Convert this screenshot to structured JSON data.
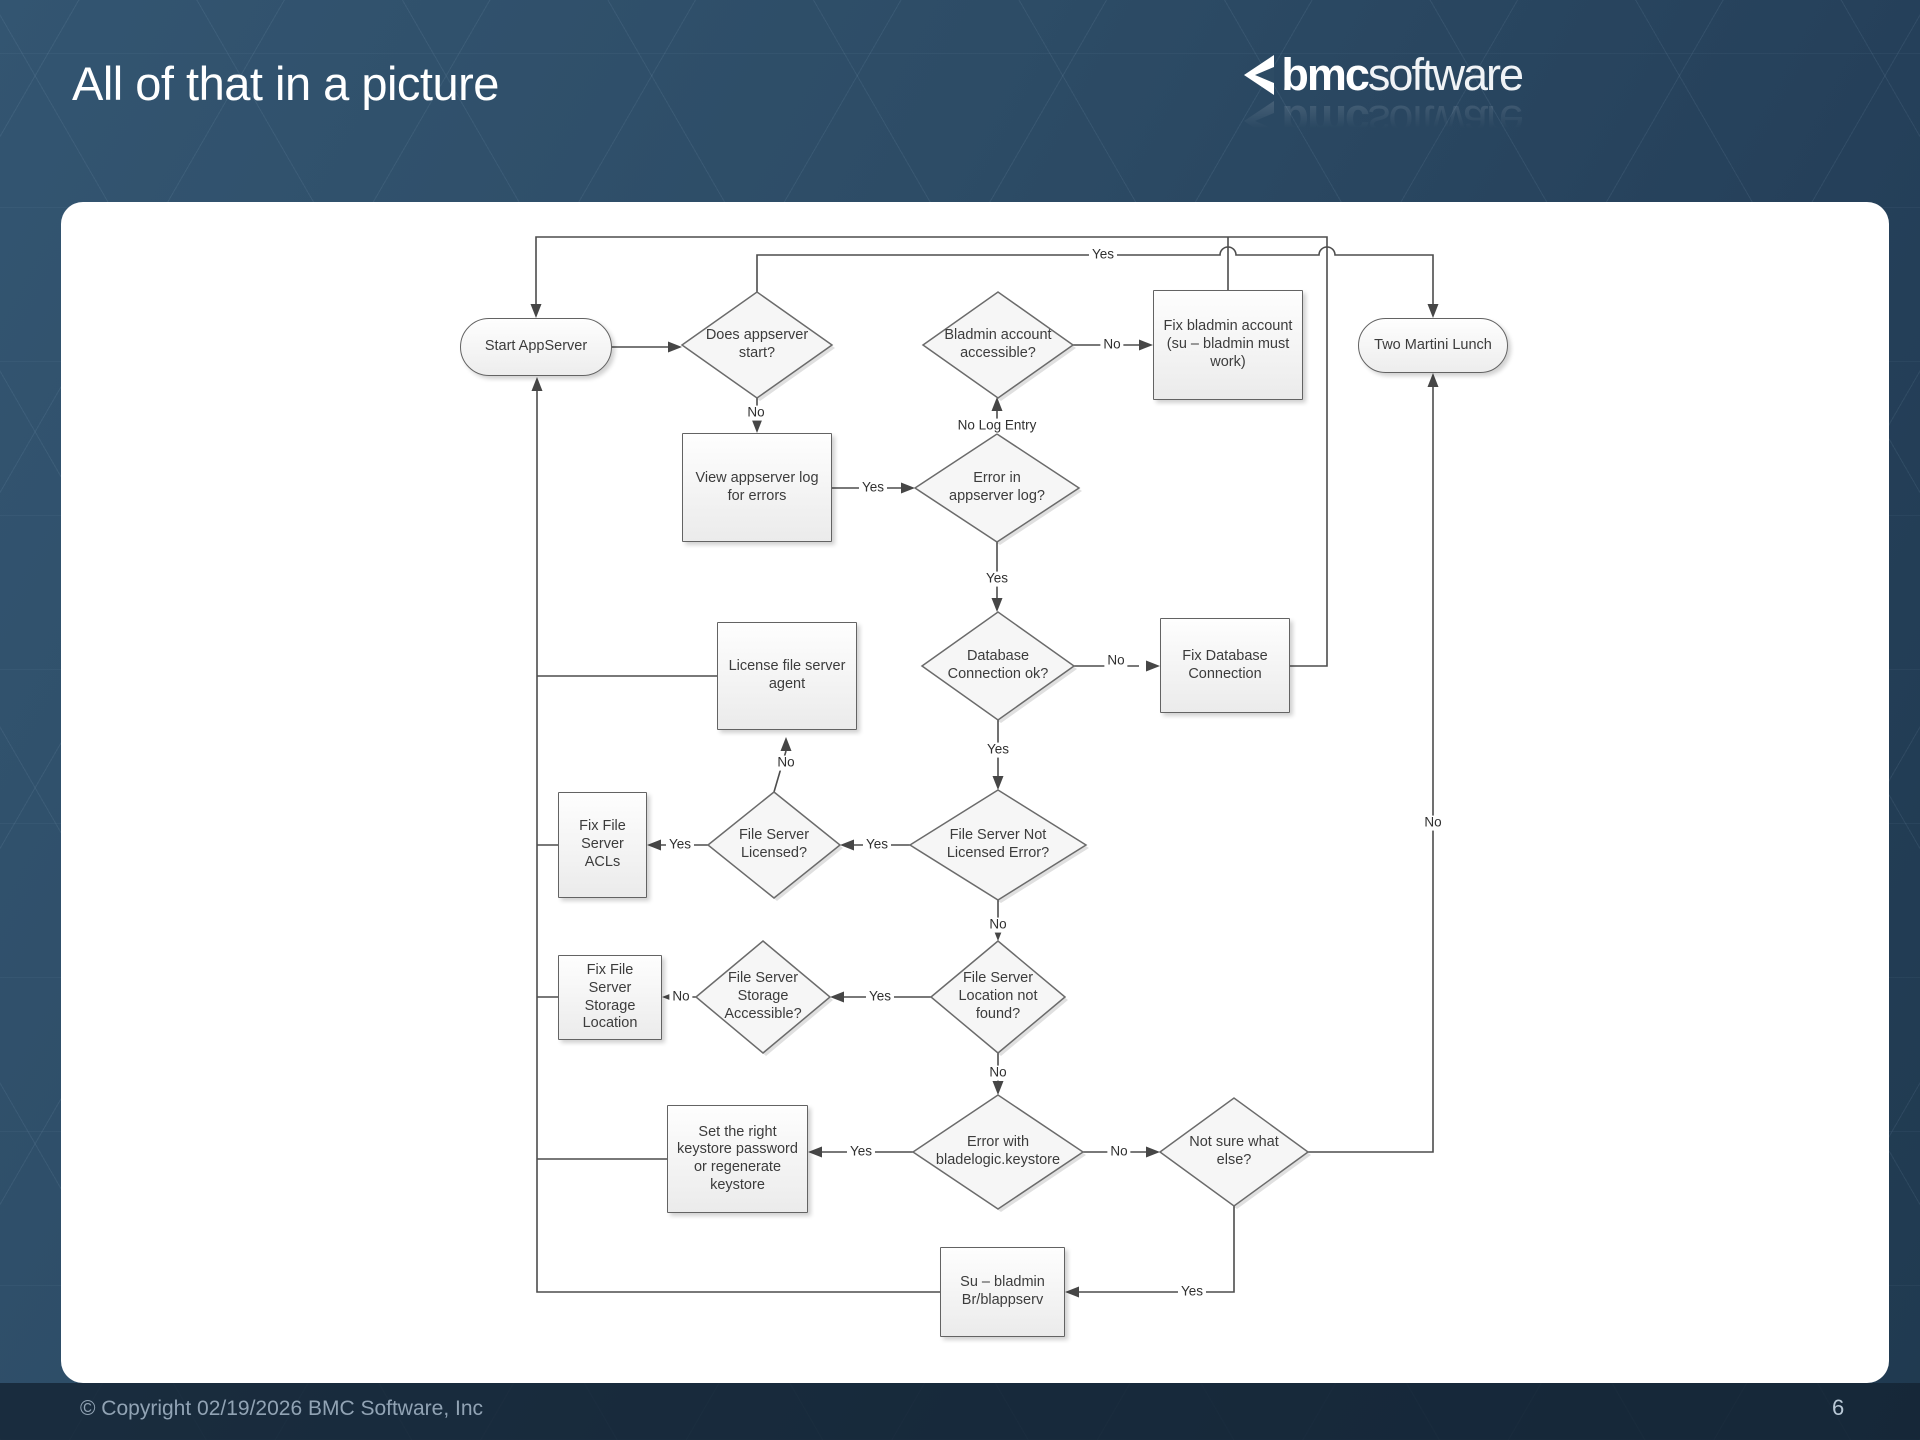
{
  "slide": {
    "title": "All of that in a picture",
    "logo": {
      "brand_bold": "bmc",
      "brand_light": "software"
    },
    "footer": {
      "copyright": "© Copyright 02/19/2026 BMC Software, Inc",
      "page_number": "6"
    }
  },
  "diagram": {
    "nodes": {
      "start": {
        "label": "Start AppServer",
        "type": "terminator"
      },
      "does_start": {
        "label": "Does appserver start?",
        "type": "decision"
      },
      "bladmin_accessible": {
        "label": "Bladmin account accessible?",
        "type": "decision"
      },
      "fix_bladmin": {
        "label": "Fix bladmin account (su – bladmin must work)",
        "type": "process"
      },
      "two_martini": {
        "label": "Two Martini Lunch",
        "type": "terminator"
      },
      "view_log": {
        "label": "View appserver log for errors",
        "type": "process"
      },
      "error_in_log": {
        "label": "Error in appserver log?",
        "type": "decision"
      },
      "license_agent": {
        "label": "License file server agent",
        "type": "process"
      },
      "db_ok": {
        "label": "Database Connection ok?",
        "type": "decision"
      },
      "fix_db": {
        "label": "Fix Database Connection",
        "type": "process"
      },
      "fix_acls": {
        "label": "Fix File Server ACLs",
        "type": "process"
      },
      "fs_licensed": {
        "label": "File Server Licensed?",
        "type": "decision"
      },
      "fs_not_licensed": {
        "label": "File Server Not Licensed Error?",
        "type": "decision"
      },
      "fix_storage": {
        "label": "Fix File Server Storage Location",
        "type": "process"
      },
      "storage_accessible": {
        "label": "File Server Storage Accessible?",
        "type": "decision"
      },
      "location_not_found": {
        "label": "File Server Location not found?",
        "type": "decision"
      },
      "set_keystore": {
        "label": "Set the right keystore password or regenerate keystore",
        "type": "process"
      },
      "keystore_error": {
        "label": "Error with bladelogic.keystore",
        "type": "decision"
      },
      "not_sure": {
        "label": "Not sure what else?",
        "type": "decision"
      },
      "su_bladmin": {
        "label": "Su – bladmin Br/blappserv",
        "type": "process"
      }
    },
    "edge_labels": {
      "does_start_yes": "Yes",
      "does_start_no": "No",
      "view_log_yes": "Yes",
      "no_log_entry": "No Log Entry",
      "bladmin_no": "No",
      "error_log_yes": "Yes",
      "db_no": "No",
      "db_yes": "Yes",
      "fs_not_licensed_yes": "Yes",
      "fs_licensed_yes": "Yes",
      "fs_licensed_no": "No",
      "fs_not_licensed_no": "No",
      "location_yes": "Yes",
      "storage_no": "No",
      "location_no": "No",
      "keystore_yes": "Yes",
      "keystore_no": "No",
      "not_sure_no": "No",
      "not_sure_yes": "Yes"
    },
    "connections": [
      {
        "from": "start",
        "to": "does_start",
        "label": ""
      },
      {
        "from": "does_start",
        "to": "two_martini",
        "label": "Yes"
      },
      {
        "from": "does_start",
        "to": "view_log",
        "label": "No"
      },
      {
        "from": "view_log",
        "to": "error_in_log",
        "label": "Yes"
      },
      {
        "from": "error_in_log",
        "to": "bladmin_accessible",
        "label": "No Log Entry"
      },
      {
        "from": "bladmin_accessible",
        "to": "fix_bladmin",
        "label": "No"
      },
      {
        "from": "fix_bladmin",
        "to": "start",
        "label": ""
      },
      {
        "from": "error_in_log",
        "to": "db_ok",
        "label": "Yes"
      },
      {
        "from": "db_ok",
        "to": "fix_db",
        "label": "No"
      },
      {
        "from": "fix_db",
        "to": "start",
        "label": ""
      },
      {
        "from": "db_ok",
        "to": "fs_not_licensed",
        "label": "Yes"
      },
      {
        "from": "fs_not_licensed",
        "to": "fs_licensed",
        "label": "Yes"
      },
      {
        "from": "fs_licensed",
        "to": "fix_acls",
        "label": "Yes"
      },
      {
        "from": "fs_licensed",
        "to": "license_agent",
        "label": "No"
      },
      {
        "from": "license_agent",
        "to": "start",
        "label": ""
      },
      {
        "from": "fix_acls",
        "to": "start",
        "label": ""
      },
      {
        "from": "fs_not_licensed",
        "to": "location_not_found",
        "label": "No"
      },
      {
        "from": "location_not_found",
        "to": "storage_accessible",
        "label": "Yes"
      },
      {
        "from": "storage_accessible",
        "to": "fix_storage",
        "label": "No"
      },
      {
        "from": "fix_storage",
        "to": "start",
        "label": ""
      },
      {
        "from": "location_not_found",
        "to": "keystore_error",
        "label": "No"
      },
      {
        "from": "keystore_error",
        "to": "set_keystore",
        "label": "Yes"
      },
      {
        "from": "set_keystore",
        "to": "start",
        "label": ""
      },
      {
        "from": "keystore_error",
        "to": "not_sure",
        "label": "No"
      },
      {
        "from": "not_sure",
        "to": "two_martini",
        "label": "No"
      },
      {
        "from": "not_sure",
        "to": "su_bladmin",
        "label": "Yes"
      },
      {
        "from": "su_bladmin",
        "to": "start",
        "label": ""
      }
    ]
  }
}
